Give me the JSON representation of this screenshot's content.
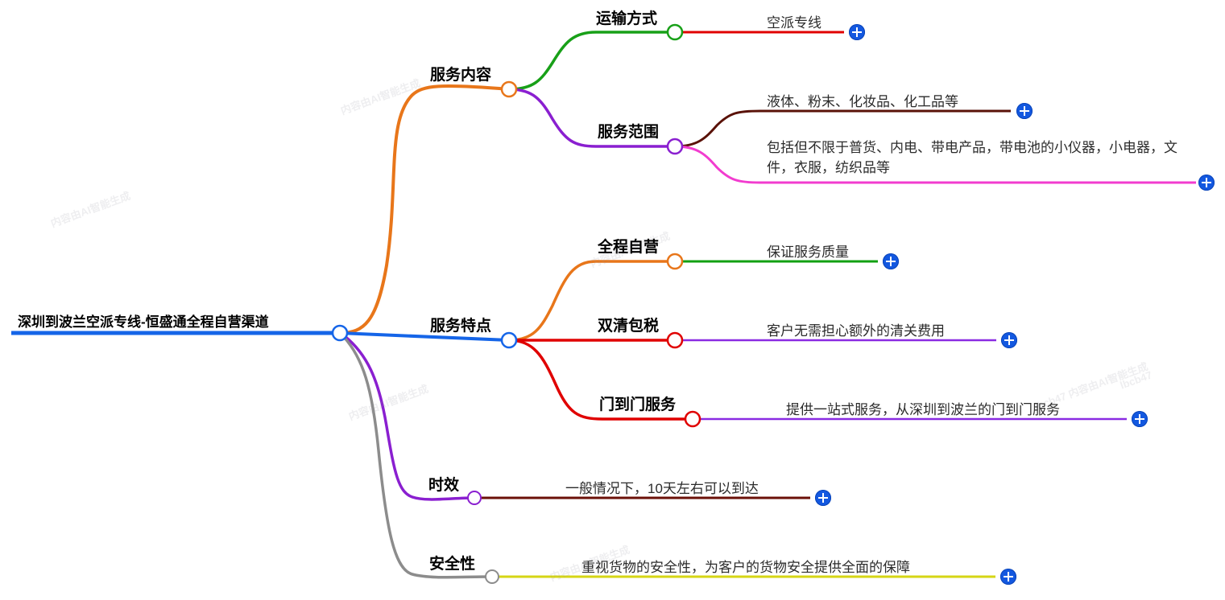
{
  "root": {
    "label": "深圳到波兰空派专线-恒盛通全程自营渠道",
    "node_color": "#1565e8",
    "line_color": "#1565e8"
  },
  "branches": [
    {
      "label": "服务内容",
      "node_color": "#e8761a",
      "link_color": "#e8761a",
      "children": [
        {
          "label": "运输方式",
          "node_color": "#18a018",
          "link_color": "#18a018",
          "children": [
            {
              "label": "空派专线",
              "link_color": "#e00000",
              "has_plus": true
            }
          ]
        },
        {
          "label": "服务范围",
          "node_color": "#8a1fd0",
          "link_color": "#8a1fd0",
          "children": [
            {
              "label": "液体、粉末、化妆品、化工品等",
              "link_color": "#5a1208",
              "has_plus": true
            },
            {
              "label": "包括但不限于普货、内电、带电产品，带电池的小仪器，小电器，文件，衣服，纺织品等",
              "link_color": "#f23ccf",
              "has_plus": true
            }
          ]
        }
      ]
    },
    {
      "label": "服务特点",
      "node_color": "#1565e8",
      "link_color": "#1565e8",
      "children": [
        {
          "label": "全程自营",
          "node_color": "#e8761a",
          "link_color": "#e8761a",
          "children": [
            {
              "label": "保证服务质量",
              "link_color": "#12a012",
              "has_plus": true
            }
          ]
        },
        {
          "label": "双清包税",
          "node_color": "#e00000",
          "link_color": "#e00000",
          "children": [
            {
              "label": "客户无需担心额外的清关费用",
              "link_color": "#8a2be2",
              "has_plus": true
            }
          ]
        },
        {
          "label": "门到门服务",
          "node_color": "#e00000",
          "link_color": "#e00000",
          "children": [
            {
              "label": "提供一站式服务，从深圳到波兰的门到门服务",
              "link_color": "#8a2be2",
              "has_plus": true
            }
          ]
        }
      ]
    },
    {
      "label": "时效",
      "node_color": "#8a1fd0",
      "link_color": "#8a1fd0",
      "children": [
        {
          "label": "一般情况下，10天左右可以到达",
          "link_color": "#6b1008",
          "has_plus": true
        }
      ]
    },
    {
      "label": "安全性",
      "node_color": "#8c8c8c",
      "link_color": "#8c8c8c",
      "children": [
        {
          "label": "重视货物的安全性，为客户的货物安全提供全面的保障",
          "link_color": "#d6d614",
          "has_plus": true
        }
      ]
    }
  ],
  "watermarks": [
    "内容由AI智能生成",
    "内容由AI智能生成",
    "lbcb47",
    "内容由AI智能生成",
    "内容由AI智能生成",
    "lbcb47 内容由AI智能生成",
    "内容由AI智能生成"
  ]
}
